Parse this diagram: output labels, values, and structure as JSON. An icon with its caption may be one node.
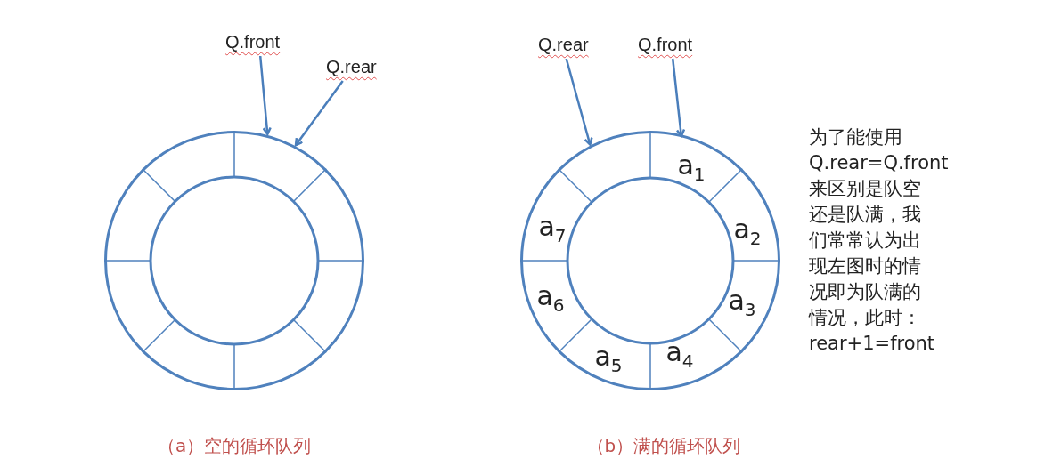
{
  "diagram": {
    "nodes": [
      {
        "text": [
          "Q.front"
        ]
      },
      {
        "text": [
          "Q.rear"
        ]
      },
      {
        "text": [],
        "shape": "circle"
      },
      {
        "text": [
          "Q.rear"
        ]
      },
      {
        "text": [
          "Q.front"
        ]
      },
      {
        "text": [],
        "shape": "circle"
      },
      {
        "text": [
          "a$_{1}$"
        ],
        "in": 5
      },
      {
        "text": [
          "a$_{2}$"
        ],
        "in": 5
      },
      {
        "text": [
          "a$_{3}$"
        ],
        "in": 5
      },
      {
        "text": [
          "a$_{4}$"
        ],
        "in": 5
      },
      {
        "text": [
          "a$_{5}$"
        ],
        "in": 5
      },
      {
        "text": [
          "a$_{6}$"
        ],
        "in": 5
      },
      {
        "text": [
          "a$_{7}$"
        ],
        "in": 5
      }
    ],
    "edges": [
      {
        "from": 0,
        "to": 2,
        "arrow": "to"
      },
      {
        "from": 1,
        "to": 2,
        "arrow": "to"
      },
      {
        "from": 3,
        "to": 5,
        "arrow": "to"
      },
      {
        "from": 4,
        "to": 6,
        "arrow": "to"
      }
    ],
    "labels": [
      "（a）空的循环队列",
      "（b）满的循环队列",
      "为了能使用Q.rear=Q.front来区别是队空还是队满，我们常常认为出现左图时的情况即为队满的情况，此时：rear+1=front"
    ]
  }
}
